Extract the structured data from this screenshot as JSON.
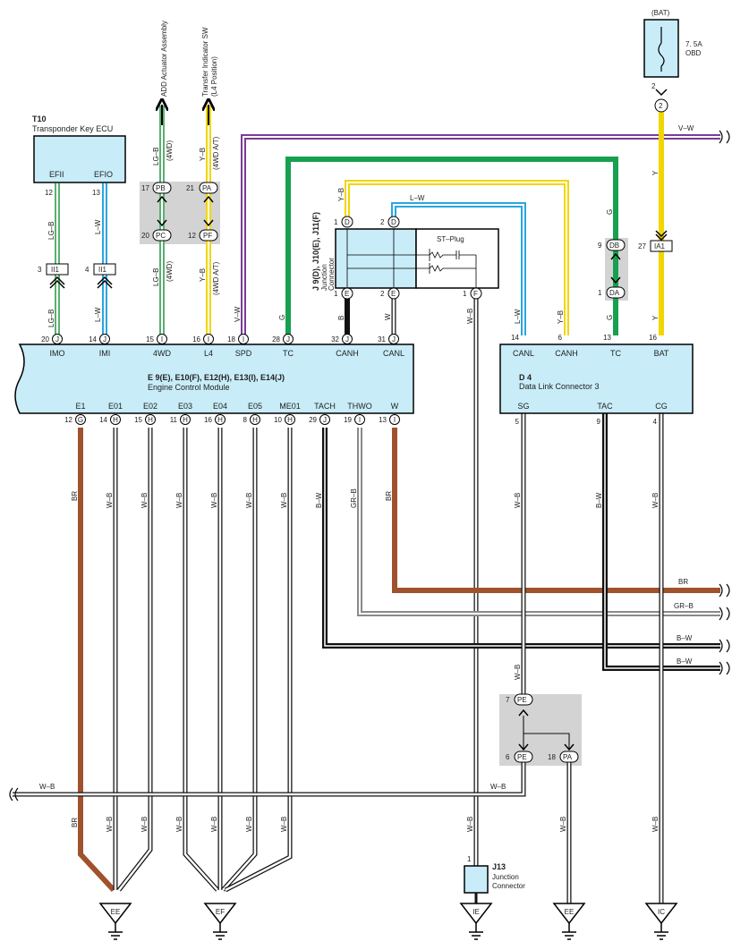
{
  "diagram": {
    "t10": {
      "ref": "T10",
      "name": "Transponder Key ECU",
      "pins": [
        "EFII",
        "EFIO"
      ],
      "pin_nums": [
        "12",
        "13"
      ]
    },
    "ecm": {
      "ref": "E 9(E), E10(F), E12(H), E13(I), E14(J)",
      "name": "Engine Control Module",
      "top_pins": [
        {
          "num": "20",
          "conn": "J",
          "label": "IMO"
        },
        {
          "num": "14",
          "conn": "J",
          "label": "IMI"
        },
        {
          "num": "15",
          "conn": "I",
          "label": "4WD"
        },
        {
          "num": "16",
          "conn": "I",
          "label": "L4"
        },
        {
          "num": "18",
          "conn": "I",
          "label": "SPD"
        },
        {
          "num": "28",
          "conn": "J",
          "label": "TC"
        },
        {
          "num": "32",
          "conn": "J",
          "label": "CANH"
        },
        {
          "num": "31",
          "conn": "J",
          "label": "CANL"
        }
      ],
      "bottom_pins": [
        {
          "num": "12",
          "conn": "G",
          "label": "E1"
        },
        {
          "num": "14",
          "conn": "H",
          "label": "E01"
        },
        {
          "num": "15",
          "conn": "H",
          "label": "E02"
        },
        {
          "num": "11",
          "conn": "H",
          "label": "E03"
        },
        {
          "num": "16",
          "conn": "H",
          "label": "E04"
        },
        {
          "num": "8",
          "conn": "H",
          "label": "E05"
        },
        {
          "num": "10",
          "conn": "H",
          "label": "ME01"
        },
        {
          "num": "29",
          "conn": "J",
          "label": "TACH"
        },
        {
          "num": "19",
          "conn": "I",
          "label": "THWO"
        },
        {
          "num": "13",
          "conn": "I",
          "label": "W"
        }
      ]
    },
    "dlc": {
      "ref": "D 4",
      "name": "Data Link Connector 3",
      "top_pins": [
        {
          "num": "14",
          "label": "CANL"
        },
        {
          "num": "6",
          "label": "CANH"
        },
        {
          "num": "13",
          "label": "TC"
        },
        {
          "num": "16",
          "label": "BAT"
        }
      ],
      "bottom_pins": [
        {
          "num": "5",
          "label": "SG"
        },
        {
          "num": "9",
          "label": "TAC"
        },
        {
          "num": "4",
          "label": "CG"
        }
      ]
    },
    "jc": {
      "ref": "J 9(D), J10(E), J11(F)",
      "name1": "Junction",
      "name2": "Connector",
      "plug": "ST–Plug"
    },
    "j13": {
      "ref": "J13",
      "name1": "Junction",
      "name2": "Connector"
    },
    "fuse": {
      "source": "(BAT)",
      "rating": "7. 5A",
      "name": "OBD"
    },
    "add_actuator": "ADD Actuator Assembly",
    "transfer_sw1": "Transfer Indicator SW",
    "transfer_sw2": "(L4 Position)",
    "connectors": {
      "ii1": "II1",
      "pb": "PB",
      "pc": "PC",
      "pa": "PA",
      "pf": "PF",
      "db": "DB",
      "da": "DA",
      "ia1": "IA1",
      "pe": "PE",
      "pa2": "PA",
      "f2": "2",
      "d": "D",
      "e": "E",
      "f": "F"
    },
    "grounds": [
      "EE",
      "EF",
      "IE",
      "EE",
      "IC"
    ],
    "wire_labels": {
      "lgb": "LG–B",
      "lw": "L–W",
      "yb": "Y–B",
      "vw": "V–W",
      "g": "G",
      "b": "B",
      "w": "W",
      "wb": "W–B",
      "y": "Y",
      "br": "BR",
      "grb": "GR–B",
      "bw": "B–W",
      "fourwd": "(4WD)",
      "fourwd_at": "(4WD A/T)"
    },
    "pin_numbers": {
      "n1": "1",
      "n2": "2",
      "n3": "3",
      "n4": "4",
      "n5": "5",
      "n6": "6",
      "n7": "7",
      "n9": "9",
      "n12": "12",
      "n13": "13",
      "n14": "14",
      "n16": "16",
      "n17": "17",
      "n18": "18",
      "n20": "20",
      "n21": "21",
      "n27": "27",
      "n1b": "1",
      "n2b": "2"
    },
    "colors": {
      "lgb": "#58b070",
      "lw": "#2aa6e0",
      "yb": "#f2d600",
      "vw": "#7a3c98",
      "green": "#17a050",
      "brown": "#a0522d",
      "black": "#111111",
      "grey": "#8a8a8a",
      "box": "#c8ecf8",
      "panel": "#d3d3d3"
    }
  }
}
